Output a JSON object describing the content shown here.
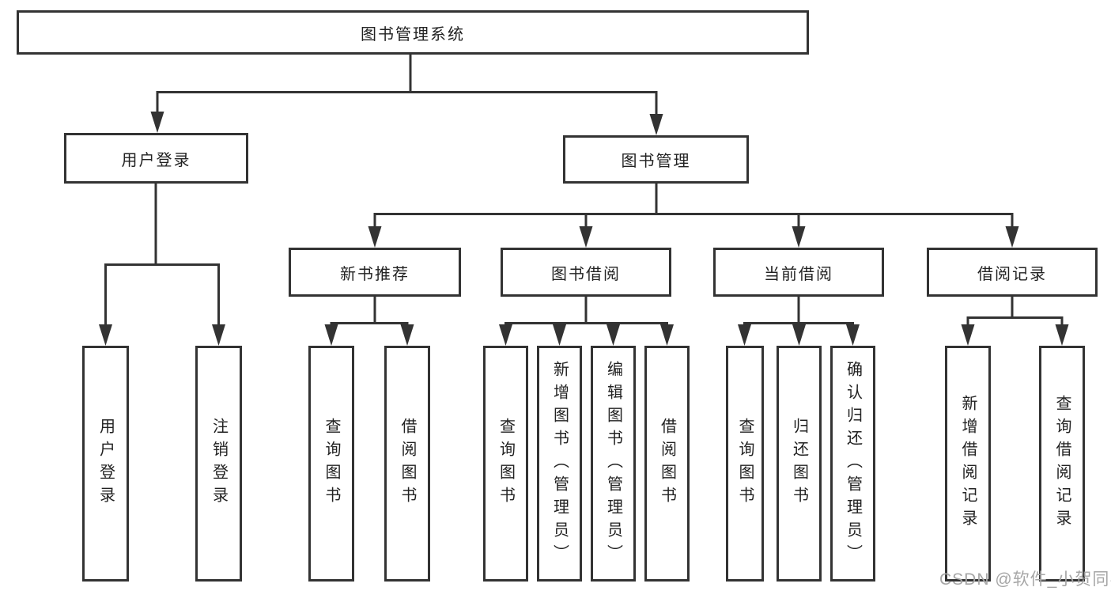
{
  "tree": {
    "root": "图书管理系统",
    "user_login": {
      "label": "用户登录",
      "children": [
        "用户登录",
        "注销登录"
      ]
    },
    "book_mgmt": {
      "label": "图书管理",
      "children": [
        {
          "label": "新书推荐",
          "children": [
            "查询图书",
            "借阅图书"
          ]
        },
        {
          "label": "图书借阅",
          "children": [
            "查询图书",
            "新增图书（管理员）",
            "编辑图书（管理员）",
            "借阅图书"
          ]
        },
        {
          "label": "当前借阅",
          "children": [
            "查询图书",
            "归还图书",
            "确认归还（管理员）"
          ]
        },
        {
          "label": "借阅记录",
          "children": [
            "新增借阅记录",
            "查询借阅记录"
          ]
        }
      ]
    }
  },
  "watermark": "CSDN @软件_小贺同学",
  "colors": {
    "line": "#333333",
    "text": "#222222",
    "watermark": "#a6a6a6",
    "background": "#ffffff"
  }
}
